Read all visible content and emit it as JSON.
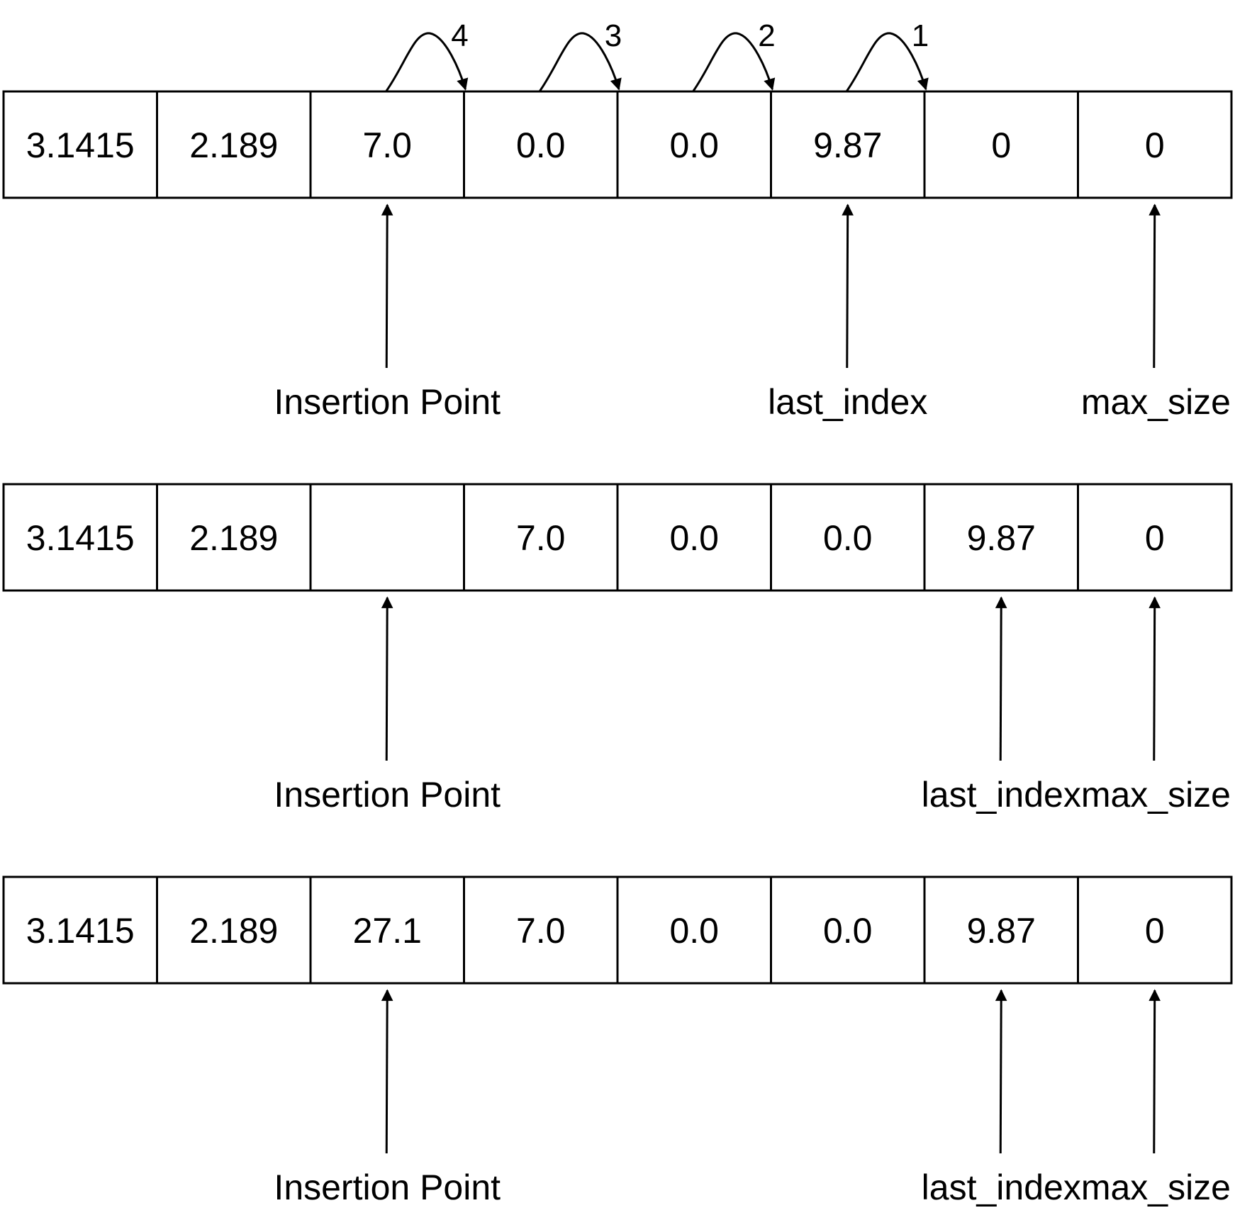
{
  "colors": {
    "stroke": "#000000",
    "background": "#ffffff"
  },
  "rows": [
    {
      "cells": [
        "3.1415",
        "2.189",
        "7.0",
        "0.0",
        "0.0",
        "9.87",
        "0",
        "0"
      ],
      "shift_steps": [
        {
          "label": "4",
          "from_cell": 2,
          "to_cell": 3
        },
        {
          "label": "3",
          "from_cell": 3,
          "to_cell": 4
        },
        {
          "label": "2",
          "from_cell": 4,
          "to_cell": 5
        },
        {
          "label": "1",
          "from_cell": 5,
          "to_cell": 6
        }
      ],
      "pointers": [
        {
          "label": "Insertion Point",
          "cell": 2
        },
        {
          "label": "last_index",
          "cell": 5
        },
        {
          "label": "max_size",
          "cell": 7
        }
      ]
    },
    {
      "cells": [
        "3.1415",
        "2.189",
        "",
        "7.0",
        "0.0",
        "0.0",
        "9.87",
        "0"
      ],
      "shift_steps": [],
      "pointers": [
        {
          "label": "Insertion Point",
          "cell": 2
        },
        {
          "label": "last_index",
          "cell": 6
        },
        {
          "label": "max_size",
          "cell": 7
        }
      ]
    },
    {
      "cells": [
        "3.1415",
        "2.189",
        "27.1",
        "7.0",
        "0.0",
        "0.0",
        "9.87",
        "0"
      ],
      "shift_steps": [],
      "pointers": [
        {
          "label": "Insertion Point",
          "cell": 2
        },
        {
          "label": "last_index",
          "cell": 6
        },
        {
          "label": "max_size",
          "cell": 7
        }
      ]
    }
  ]
}
